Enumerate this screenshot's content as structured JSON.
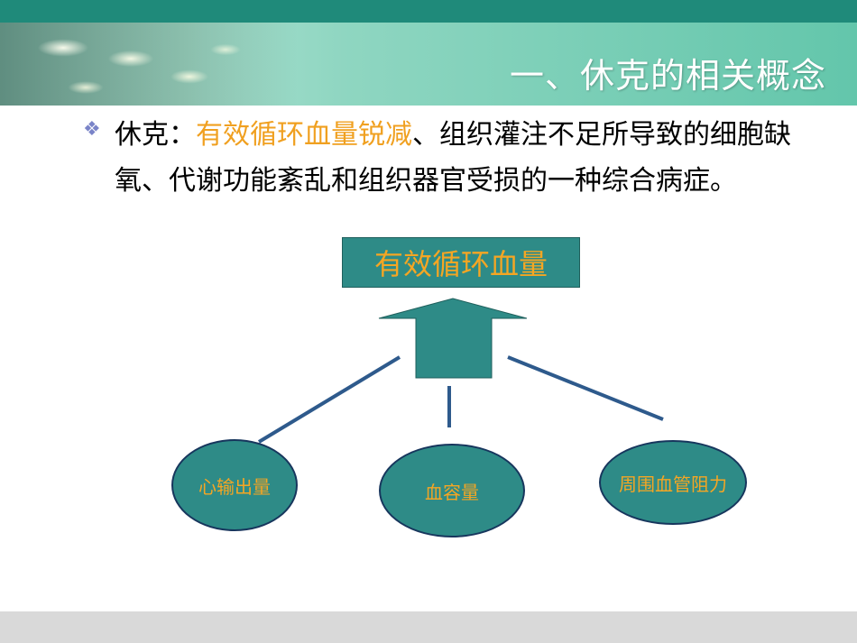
{
  "header": {
    "title": "一、休克的相关概念"
  },
  "definition": {
    "bullet_glyph": "❖",
    "term": "休克：",
    "highlight": "有效循环血量锐减",
    "rest": "、组织灌注不足所导致的细胞缺氧、代谢功能紊乱和组织器官受损的一种综合病症。"
  },
  "diagram": {
    "top_box": "有效循环血量",
    "nodes": [
      "心输出量",
      "血容量",
      "周围血管阻力"
    ]
  },
  "colors": {
    "accent_orange": "#f0a020",
    "teal": "#2e8b87",
    "line_blue": "#2e5a8c",
    "header_green": "#63c6ab"
  }
}
